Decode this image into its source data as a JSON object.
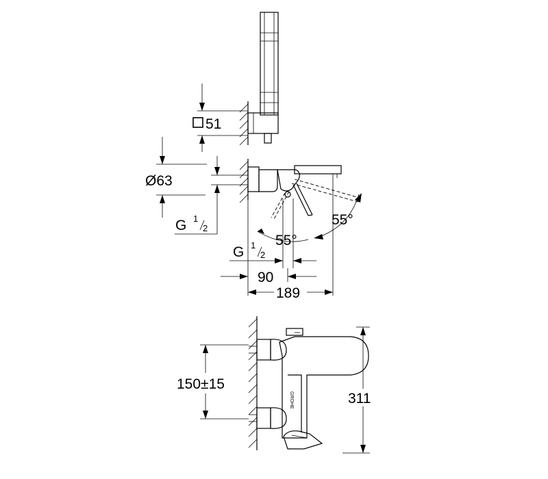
{
  "labels": {
    "bracket_size": "51",
    "pipe_diameter": "Ø63",
    "thread_left": "G",
    "thread_frac_num": "1",
    "thread_frac_den": "2",
    "angle_right": "55°",
    "angle_left": "55°",
    "thread_bottom": "G",
    "thread_bottom_num": "1",
    "thread_bottom_den": "2",
    "spout_offset": "90",
    "total_depth": "189",
    "inlet_spacing": "150±15",
    "total_height": "311"
  }
}
